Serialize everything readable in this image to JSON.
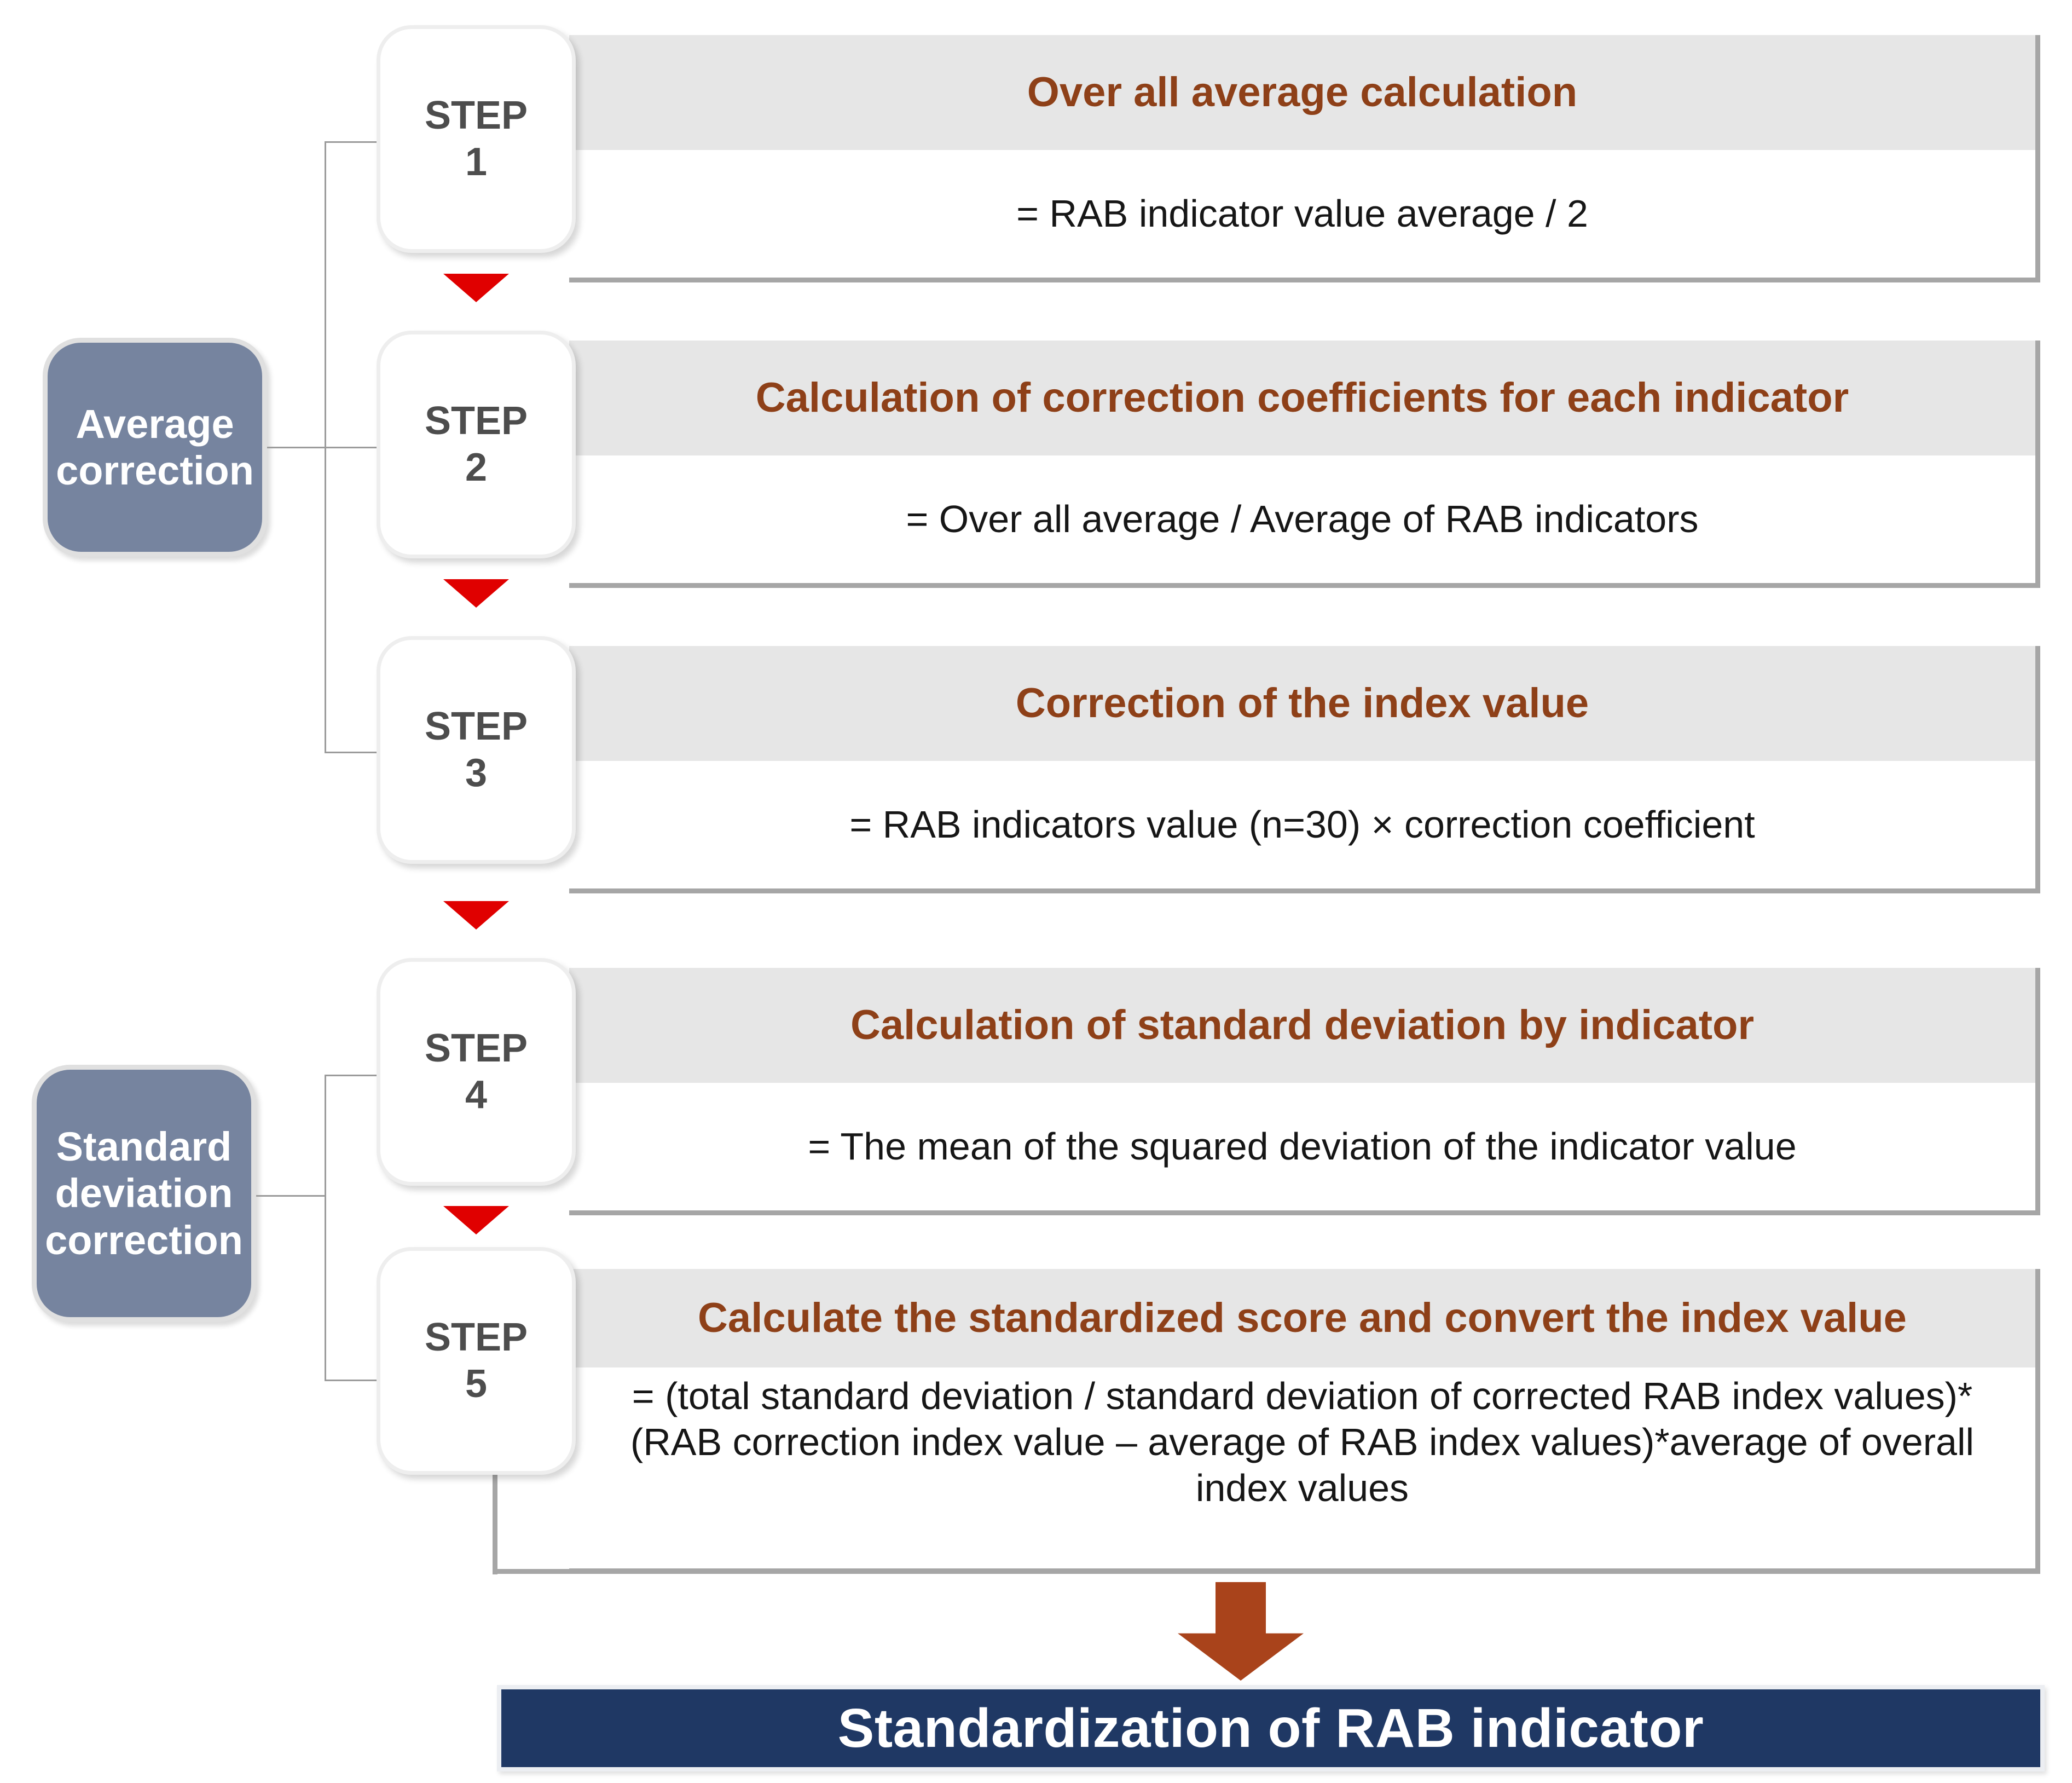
{
  "categories": [
    {
      "id": "average",
      "label_lines": [
        "Average",
        "correction"
      ]
    },
    {
      "id": "stddev",
      "label_lines": [
        "Standard",
        "deviation",
        "correction"
      ]
    }
  ],
  "steps": [
    {
      "pill_word": "STEP",
      "pill_number": "1",
      "title": "Over all average calculation",
      "body": "= RAB indicator value average / 2"
    },
    {
      "pill_word": "STEP",
      "pill_number": "2",
      "title": "Calculation of correction coefficients for each indicator",
      "body": "= Over all average / Average of RAB indicators"
    },
    {
      "pill_word": "STEP",
      "pill_number": "3",
      "title": "Correction of the index value",
      "body": "= RAB indicators value (n=30) × correction coefficient"
    },
    {
      "pill_word": "STEP",
      "pill_number": "4",
      "title": "Calculation of standard deviation by indicator",
      "body": "= The mean of the squared deviation of the indicator value"
    },
    {
      "pill_word": "STEP",
      "pill_number": "5",
      "title": "Calculate the standardized score and convert the index value",
      "body": "= (total standard deviation / standard deviation of corrected RAB index values)*(RAB correction index value – average of RAB index values)*average of overall index values"
    }
  ],
  "result_banner": {
    "label": "Standardization of RAB indicator"
  },
  "colors": {
    "category_fill": "#76849F",
    "header_text": "#8E4018",
    "header_fill": "#E6E6E6",
    "step_arrow": "#E00000",
    "big_arrow": "#A9431B",
    "banner_fill": "#1F3864",
    "card_border": "#A6A6A6"
  }
}
